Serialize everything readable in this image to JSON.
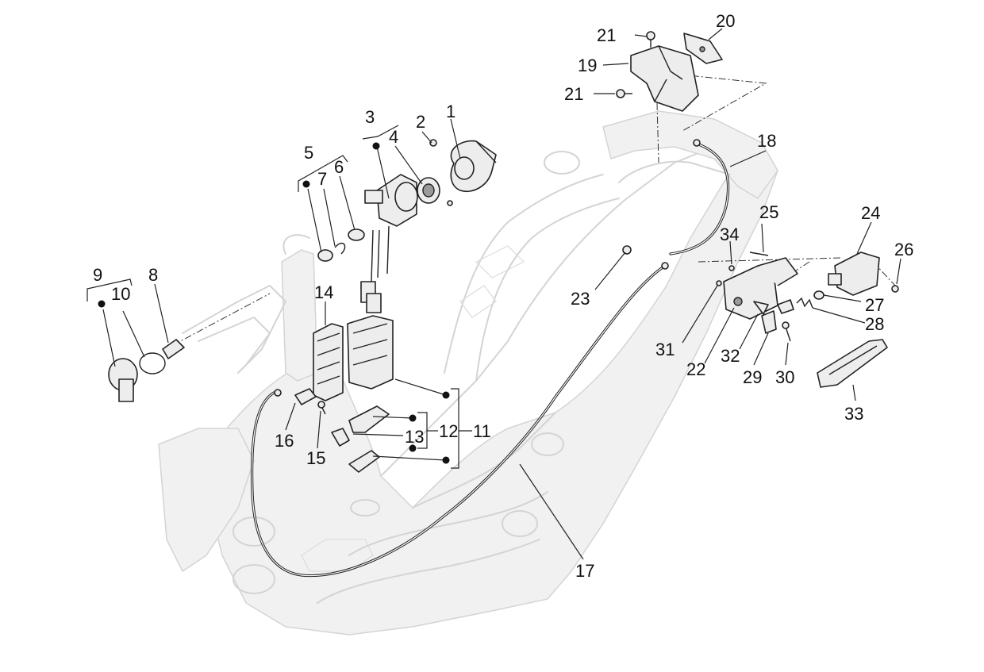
{
  "callouts": {
    "c1": "1",
    "c2": "2",
    "c3": "3",
    "c4": "4",
    "c5": "5",
    "c6": "6",
    "c7": "7",
    "c8": "8",
    "c9": "9",
    "c10": "10",
    "c11": "11",
    "c12": "12",
    "c13": "13",
    "c14": "14",
    "c15": "15",
    "c16": "16",
    "c17": "17",
    "c18": "18",
    "c19": "19",
    "c20": "20",
    "c21a": "21",
    "c21b": "21",
    "c22": "22",
    "c23": "23",
    "c24": "24",
    "c25": "25",
    "c26": "26",
    "c27": "27",
    "c28": "28",
    "c29": "29",
    "c30": "30",
    "c31": "31",
    "c32": "32",
    "c33": "33",
    "c34": "34"
  },
  "colors": {
    "ink": "#222222",
    "frame": "#d4d4d4",
    "background": "#ffffff"
  }
}
